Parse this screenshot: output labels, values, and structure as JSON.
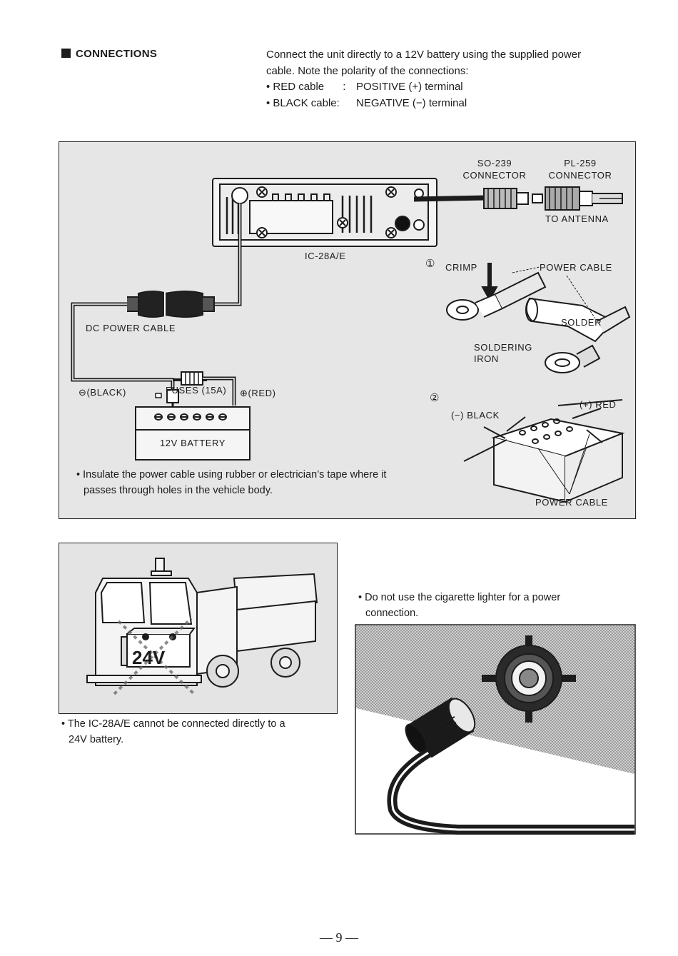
{
  "section": {
    "title": "CONNECTIONS",
    "intro_line1": "Connect the unit directly to a 12V battery using the supplied power",
    "intro_line2": "cable. Note the polarity of the connections:",
    "bullets": [
      {
        "label": "RED cable",
        "sep": ":",
        "value": "POSITIVE (+) terminal"
      },
      {
        "label": "BLACK cable:",
        "sep": "",
        "value": "NEGATIVE (−) terminal"
      }
    ]
  },
  "diagram": {
    "so239": [
      "SO-239",
      "CONNECTOR"
    ],
    "pl259": [
      "PL-259",
      "CONNECTOR"
    ],
    "to_antenna": "TO ANTENNA",
    "radio_model": "IC-28A/E",
    "dc_power_cable": "DC POWER CABLE",
    "black": "⊖(BLACK)",
    "fuses": "FUSES (15A)",
    "red": "⊕(RED)",
    "battery": "12V BATTERY",
    "step1": "①",
    "crimp": "CRIMP",
    "power_cable_1": "POWER CABLE",
    "solder": "SOLDER",
    "soldering_iron": [
      "SOLDERING",
      "IRON"
    ],
    "step2": "②",
    "neg_black": "(−) BLACK",
    "pos_red": "(+) RED",
    "power_cable_2": "POWER CABLE",
    "note_line1": "• Insulate the power cable using rubber or electrician’s tape where it",
    "note_line2": "passes through holes in the vehicle body."
  },
  "truck_panel": {
    "battery_label": "24V",
    "caption_line1": "• The IC-28A/E cannot be connected directly to a",
    "caption_line2": "24V battery."
  },
  "lighter_panel": {
    "caption_line1": "• Do  not  use  the  cigarette  lighter  for  a  power",
    "caption_line2": "connection."
  },
  "page_number": "— 9 —"
}
